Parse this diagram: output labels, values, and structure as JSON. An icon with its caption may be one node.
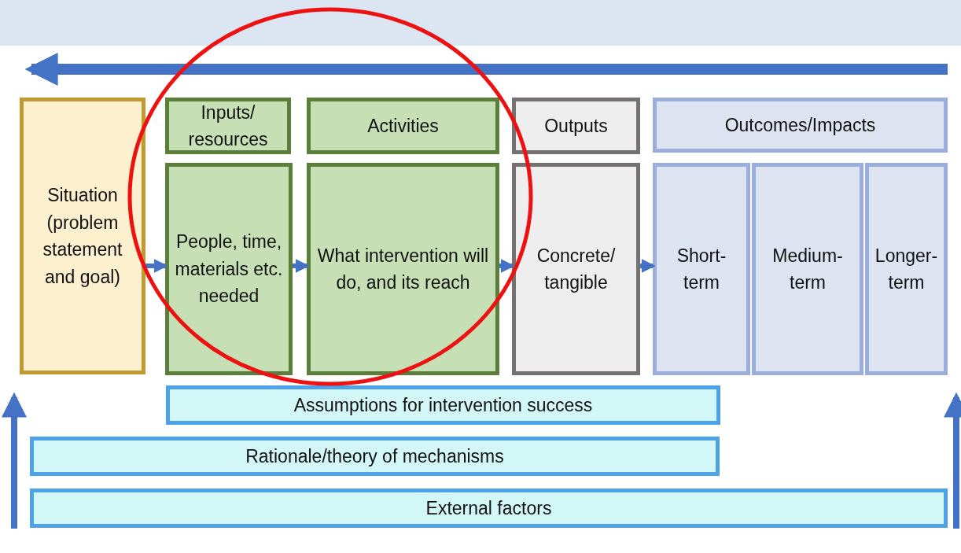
{
  "diagram": {
    "nodes": [
      {
        "text": [
          "Situation (problem statement and goal)"
        ]
      },
      {
        "text": [
          "Inputs/ resources"
        ]
      },
      {
        "text": [
          "People, time, materials etc. needed"
        ]
      },
      {
        "text": [
          "Activities"
        ]
      },
      {
        "text": [
          "What intervention will do, and its reach"
        ]
      },
      {
        "text": [
          "Outputs"
        ]
      },
      {
        "text": [
          "Concrete/ tangible"
        ]
      },
      {
        "text": [
          "Outcomes/Impacts"
        ]
      },
      {
        "text": [
          "Short-term"
        ]
      },
      {
        "text": [
          "Medium-term"
        ]
      },
      {
        "text": [
          "Longer-term"
        ]
      },
      {
        "text": [
          "Assumptions for intervention success"
        ]
      },
      {
        "text": [
          "Rationale/theory of mechanisms"
        ]
      },
      {
        "text": [
          "External factors"
        ]
      }
    ],
    "edges": [
      {
        "from": 0,
        "to": 2,
        "arrow": "to"
      },
      {
        "from": 2,
        "to": 4,
        "arrow": "to"
      },
      {
        "from": 4,
        "to": 6,
        "arrow": "to"
      },
      {
        "from": 6,
        "to": 8,
        "arrow": "to"
      }
    ]
  }
}
